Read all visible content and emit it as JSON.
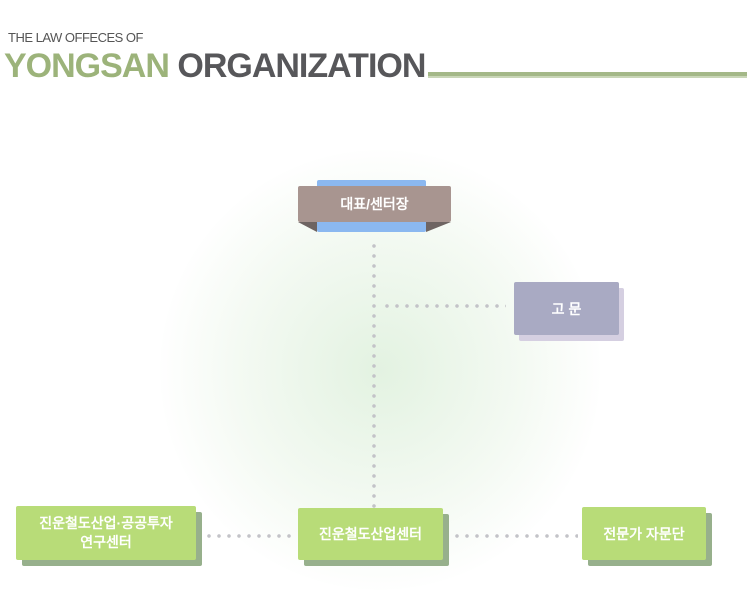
{
  "header": {
    "subtitle": "THE LAW OFFECES OF",
    "title_accent": "YONGSAN",
    "title_main": "ORGANIZATION"
  },
  "org": {
    "head": "대표/센터장",
    "advisor": "고 문",
    "left_unit": {
      "line1": "진운철도산업·공공투자",
      "line2": "연구센터"
    },
    "center_unit": "진운철도산업센터",
    "right_unit": "전문가 자문단"
  },
  "colors": {
    "accent": "#9cb37a",
    "head": "#a89590",
    "head_tab": "#8bb8f0",
    "advisor": "#a9aac3",
    "unit": "#b8dc78"
  }
}
